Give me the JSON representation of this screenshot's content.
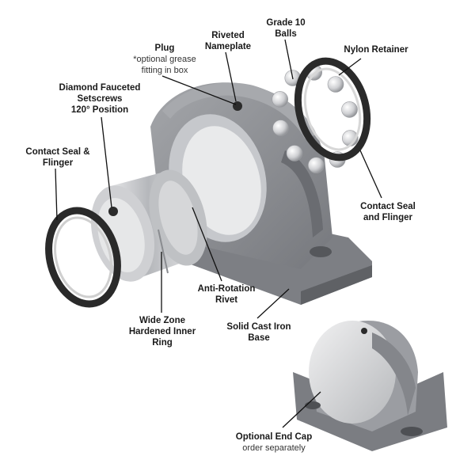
{
  "labels": {
    "plug": {
      "title": "Plug",
      "note_line1": "*optional grease",
      "note_line2": "fitting in box"
    },
    "riveted_nameplate": {
      "line1": "Riveted",
      "line2": "Nameplate"
    },
    "grade10_balls": {
      "line1": "Grade 10",
      "line2": "Balls"
    },
    "nylon_retainer": {
      "line1": "Nylon Retainer"
    },
    "diamond_setscrews": {
      "line1": "Diamond Fauceted",
      "line2": "Setscrews",
      "line3": "120° Position"
    },
    "contact_seal_left": {
      "line1": "Contact Seal &",
      "line2": "Flinger"
    },
    "contact_seal_right": {
      "line1": "Contact Seal",
      "line2": "and Flinger"
    },
    "anti_rotation_rivet": {
      "line1": "Anti-Rotation",
      "line2": "Rivet"
    },
    "wide_zone": {
      "line1": "Wide Zone",
      "line2": "Hardened Inner",
      "line3": "Ring"
    },
    "solid_cast_iron": {
      "line1": "Solid Cast Iron",
      "line2": "Base"
    },
    "optional_end_cap": {
      "title": "Optional End Cap",
      "note": "order separately"
    }
  },
  "colors": {
    "housing": "#8f9196",
    "housing_dark": "#6e7075",
    "housing_light": "#b9bbbf",
    "seal_ring": "#2a2a2a",
    "inner_ring": "#c9cbce",
    "ball": "#d8d9db",
    "leader": "#111111"
  },
  "icons": {
    "main_assembly": "exploded-pillow-block-bearing-illustration",
    "assembled_unit": "pillow-block-with-end-cap-illustration"
  }
}
